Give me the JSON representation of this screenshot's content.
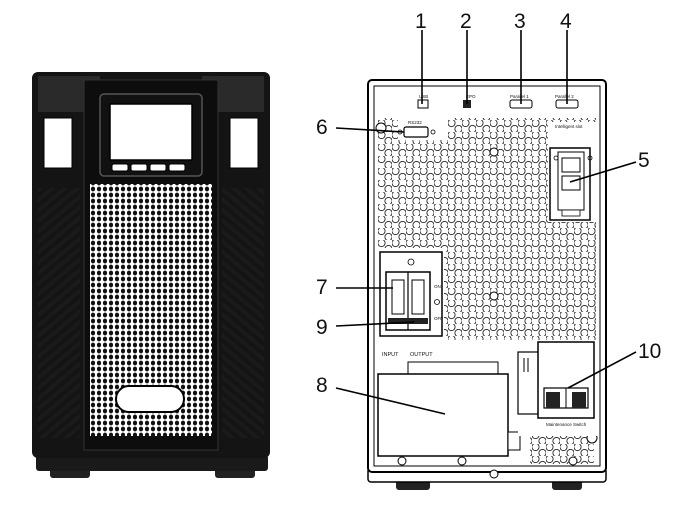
{
  "callouts": {
    "c1": "1",
    "c2": "2",
    "c3": "3",
    "c4": "4",
    "c5": "5",
    "c6": "6",
    "c7": "7",
    "c8": "8",
    "c9": "9",
    "c10": "10"
  },
  "rear_labels": {
    "usb": "USB",
    "epo": "EPO",
    "parallel_1": "Parallel 1",
    "parallel_2": "Parallel 2",
    "rs232": "RS232",
    "intelligent_slot": "Intelligent slot",
    "on": "ON",
    "off": "OFF",
    "input": "INPUT",
    "output": "OUTPUT",
    "maintenance_switch": "Maintenance Switch"
  },
  "icons": {
    "front": "ups-front-view",
    "rear": "ups-rear-view"
  }
}
